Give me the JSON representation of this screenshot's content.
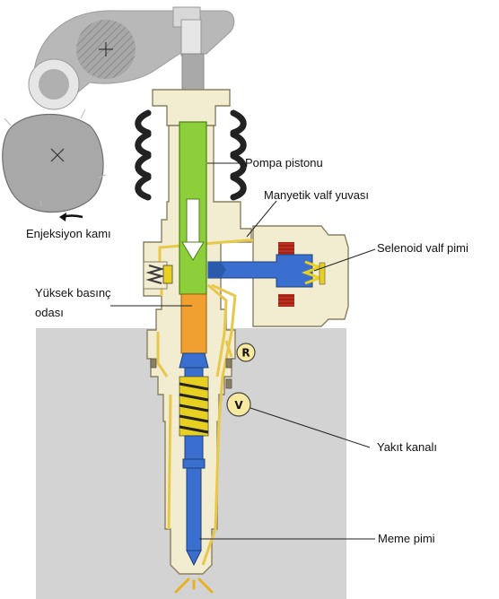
{
  "labels": {
    "pompa_pistonu": "Pompa pistonu",
    "manyetik_valf_yuvasi": "Manyetik valf yuvası",
    "selenoid_valf_pimi": "Selenoid valf pimi",
    "enjeksiyon_kami": "Enjeksiyon kamı",
    "yuksek_basinc_line1": "Yüksek basınç",
    "yuksek_basinc_line2": "odası",
    "yakit_kanali": "Yakıt kanalı",
    "meme_pimi": "Meme pimi"
  },
  "markers": {
    "r": "R",
    "v": "V"
  },
  "colors": {
    "engine_block": "#d3d3d3",
    "housing": "#f2ecd0",
    "housing_outline": "#8a8060",
    "fuel_channel": "#e8c84a",
    "plunger": "#8ccf3a",
    "pressure_chamber": "#f0a030",
    "needle": "#3a6fcf",
    "spring": "#e8d020",
    "cam": "#a8a8a8",
    "rocker": "#b8b8b8",
    "coil": "#c03020"
  }
}
